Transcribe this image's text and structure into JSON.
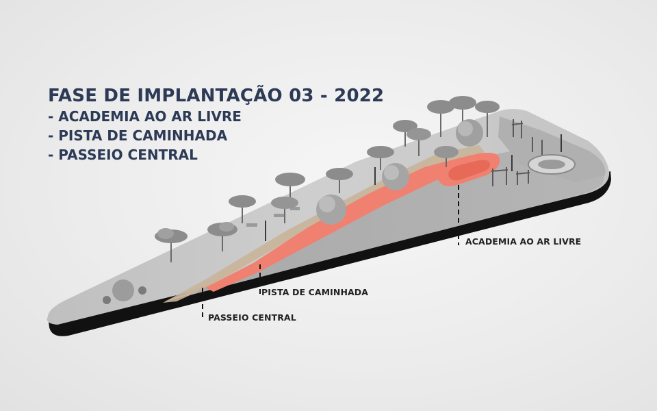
{
  "title": "FASE DE IMPLANTAÇÃO 03 - 2022",
  "bullets": [
    "- ACADEMIA AO AR LIVRE",
    "- PISTA DE CAMINHADA",
    "- PASSEIO CENTRAL"
  ],
  "callouts": {
    "academia": "ACADEMIA AO AR LIVRE",
    "pista": "PISTA DE CAMINHADA",
    "passeio": "PASSEIO CENTRAL"
  },
  "colors": {
    "title": "#2c3a56",
    "track": "#f0806f",
    "boardwalk": "#c9b49a",
    "ground": "#c8c8c8",
    "base": "#111111"
  }
}
